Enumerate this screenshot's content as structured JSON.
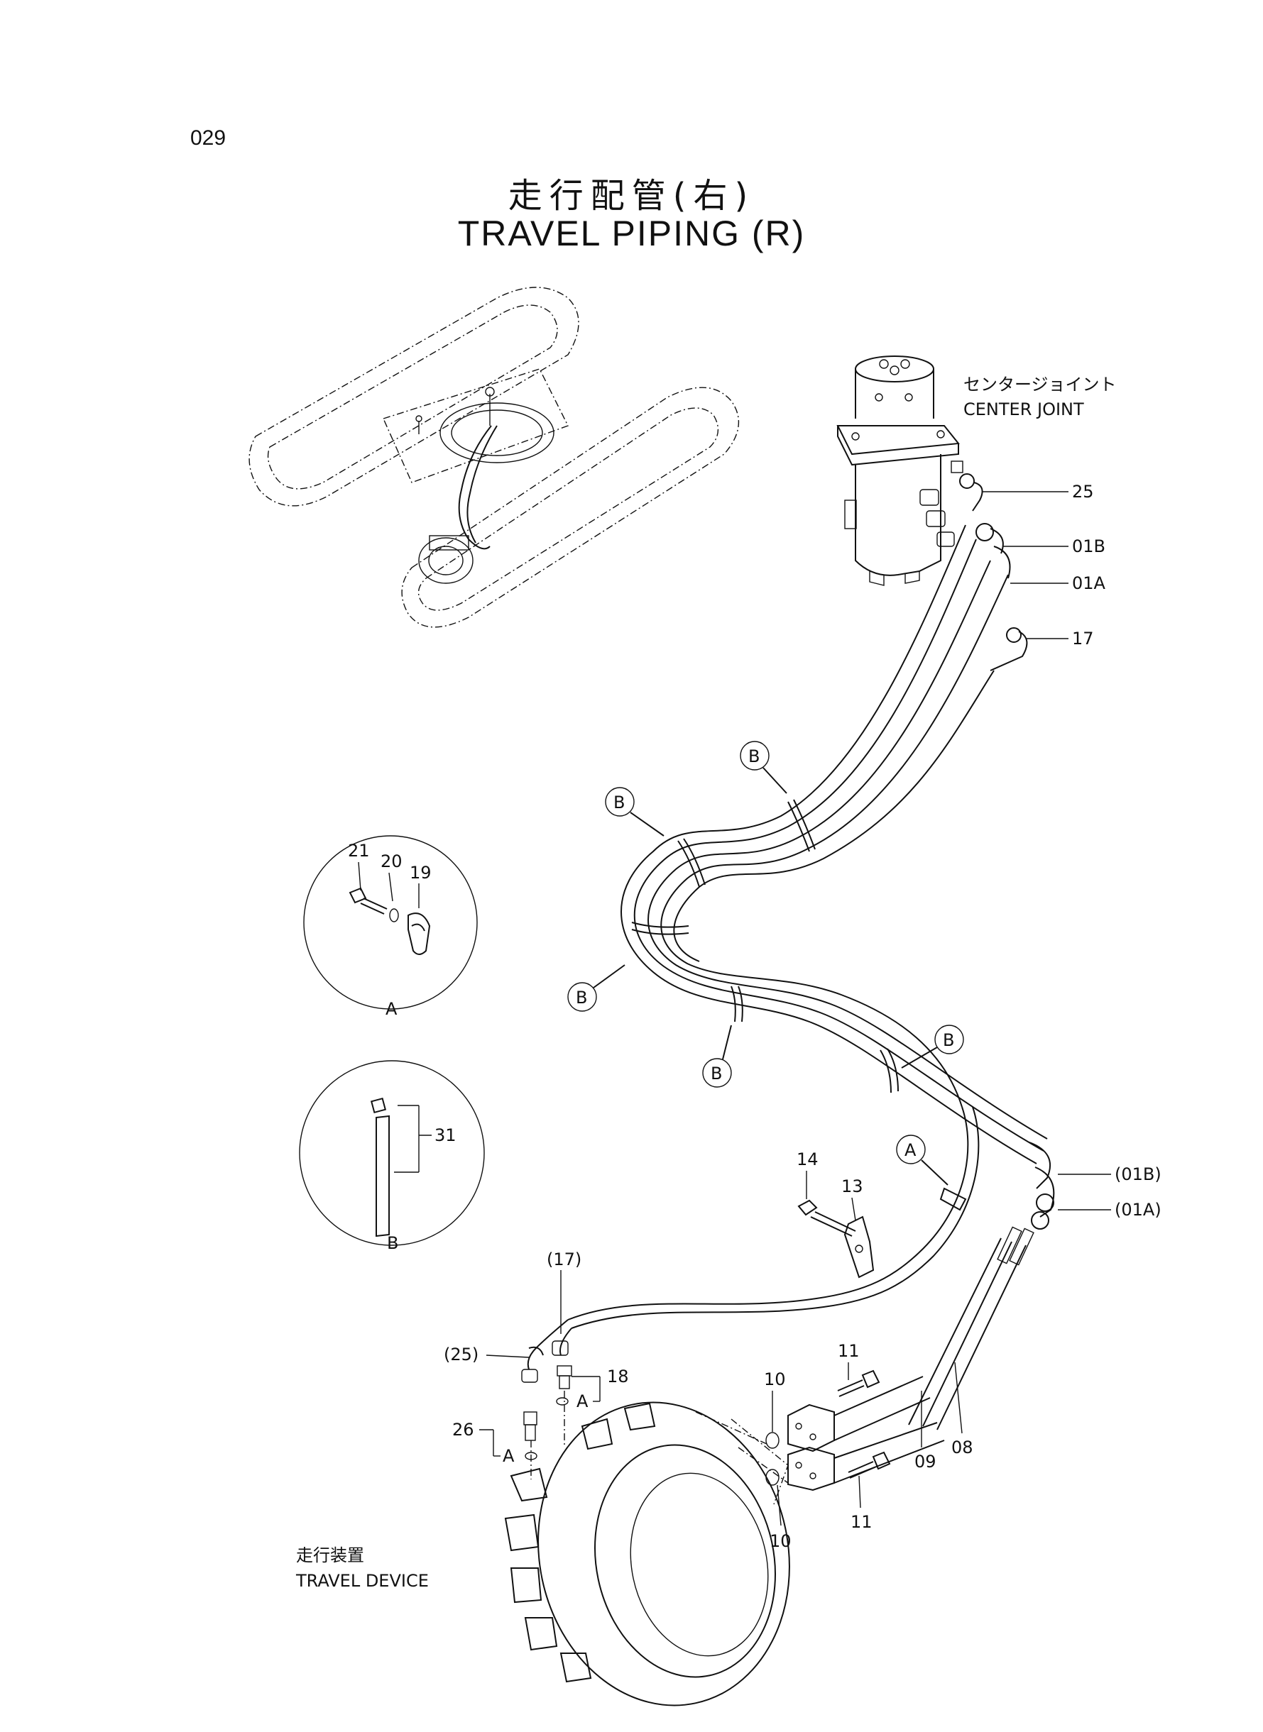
{
  "page_number": "029",
  "title_jp": "走行配管(右)",
  "title_en": "TRAVEL   PIPING (R)",
  "components": {
    "center_joint_jp": "センタージョイント",
    "center_joint_en": "CENTER JOINT",
    "travel_device_jp": "走行装置",
    "travel_device_en": "TRAVEL DEVICE"
  },
  "part_labels": {
    "p25": "25",
    "p01B": "01B",
    "p01A": "01A",
    "p17": "17",
    "p01B_ref": "(01B)",
    "p01A_ref": "(01A)",
    "p14": "14",
    "p13": "13",
    "p17_ref": "(17)",
    "p25_ref": "(25)",
    "p18": "18",
    "p26": "26",
    "p10_top": "10",
    "p10_bottom": "10",
    "p11_top": "11",
    "p11_bottom": "11",
    "p09": "09",
    "p08": "08",
    "p21": "21",
    "p20": "20",
    "p19": "19",
    "p31": "31"
  },
  "callouts": {
    "B": "B",
    "A": "A"
  },
  "detail_views": {
    "detail_a": "A",
    "detail_b": "B",
    "a_ref_18": "A",
    "a_ref_26": "A"
  }
}
